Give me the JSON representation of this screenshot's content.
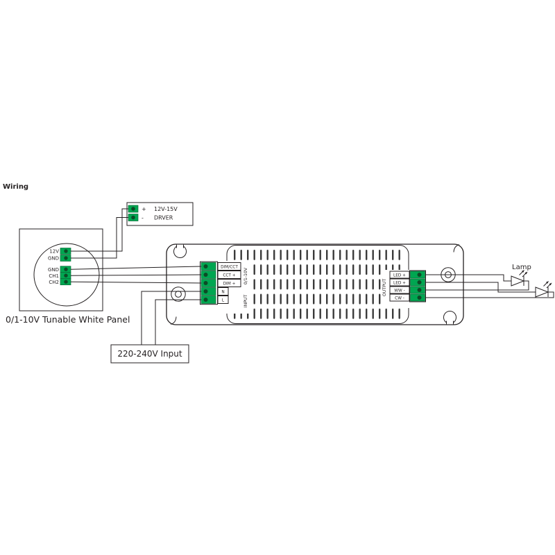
{
  "page": {
    "title": "Wiring"
  },
  "panel": {
    "caption": "0/1-10V Tunable White Panel",
    "top_terminals": [
      "12V",
      "GND"
    ],
    "bottom_terminals": [
      "GND",
      "CH1",
      "CH2"
    ]
  },
  "aux_driver": {
    "rows": [
      {
        "sign": "+",
        "label": "12V-15V"
      },
      {
        "sign": "-",
        "label": "DRVER"
      }
    ]
  },
  "controller": {
    "input": {
      "vertical_label_1": "0/1-10V",
      "vertical_label_2": "INPUT",
      "terminals": [
        "DIM/CCT",
        "CCT +",
        "DIM +",
        "N",
        "L"
      ]
    },
    "output": {
      "vertical_label": "OUTPUT",
      "terminals": [
        "LED +",
        "LED +",
        "WW -",
        "CW -"
      ]
    }
  },
  "power": {
    "label": "220-240V Input"
  },
  "lamp": {
    "label": "Lamp"
  },
  "colors": {
    "terminal_green": "#00A651",
    "terminal_hole": "#0d4a26",
    "wire": "#231f20"
  }
}
